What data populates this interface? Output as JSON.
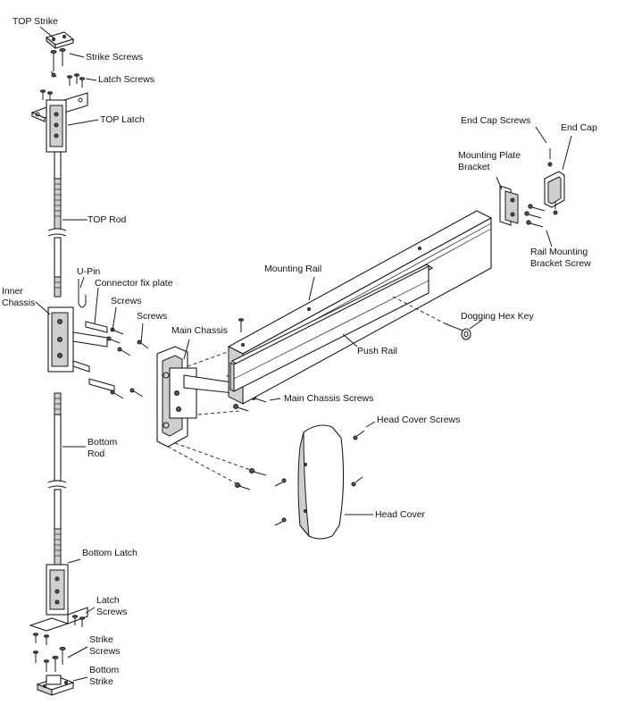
{
  "labels": {
    "top_strike": "TOP Strike",
    "strike_screws_top": "Strike Screws",
    "latch_screws_top": "Latch Screws",
    "top_latch": "TOP Latch",
    "top_rod": "TOP Rod",
    "u_pin": "U-Pin",
    "connector_fix_plate": "Connector fix plate",
    "inner_chassis": "Inner Chassis",
    "screws_1": "Screws",
    "screws_2": "Screws",
    "main_chassis": "Main Chassis",
    "mounting_rail": "Mounting Rail",
    "push_rail": "Push Rail",
    "main_chassis_screws": "Main Chassis Screws",
    "dogging_hex_key": "Dogging Hex Key",
    "end_cap_screws": "End Cap Screws",
    "end_cap": "End Cap",
    "mounting_plate_bracket": "Mounting Plate Bracket",
    "rail_mounting_bracket_screw": "Rail Mounting Bracket Screw",
    "head_cover_screws": "Head Cover Screws",
    "head_cover": "Head Cover",
    "bottom_rod": "Bottom Rod",
    "bottom_latch": "Bottom Latch",
    "latch_screws_bottom": "Latch Screws",
    "strike_screws_bottom": "Strike Screws",
    "bottom_strike": "Bottom Strike"
  }
}
